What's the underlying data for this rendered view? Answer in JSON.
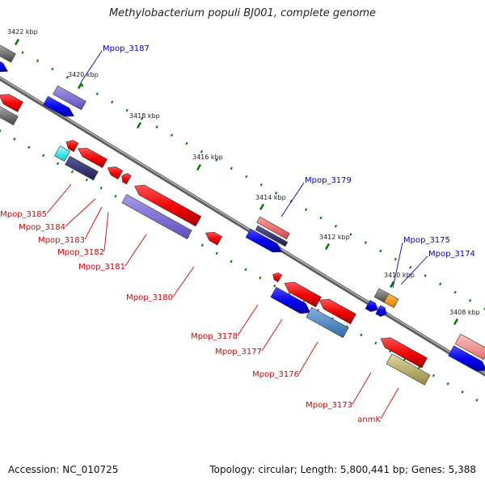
{
  "title": "Methylobacterium populi BJ001, complete genome",
  "footer": {
    "accession": "Accession: NC_010725",
    "topology": "Topology: circular; Length: 5,800,441 bp; Genes: 5,388"
  },
  "colors": {
    "forward_strand": "#0000ff",
    "reverse_strand": "#ff0000",
    "backbone": "#7f7f7f",
    "tick": "#007700",
    "forward_label": "#0000cc",
    "reverse_label": "#dd0000"
  },
  "ticks": [
    {
      "text": "3422 kbp"
    },
    {
      "text": "3420 kbp"
    },
    {
      "text": "3418 kbp"
    },
    {
      "text": "3416 kbp"
    },
    {
      "text": "3414 kbp"
    },
    {
      "text": "3412 kbp"
    },
    {
      "text": "3410 kbp"
    },
    {
      "text": "3408 kbp"
    }
  ],
  "gene_labels": [
    {
      "text": "Mpop_3187",
      "strand": "forward"
    },
    {
      "text": "Mpop_3179",
      "strand": "forward"
    },
    {
      "text": "Mpop_3175",
      "strand": "forward"
    },
    {
      "text": "Mpop_3174",
      "strand": "forward"
    },
    {
      "text": "Mpop_3185",
      "strand": "reverse"
    },
    {
      "text": "Mpop_3184",
      "strand": "reverse"
    },
    {
      "text": "Mpop_3183",
      "strand": "reverse"
    },
    {
      "text": "Mpop_3182",
      "strand": "reverse"
    },
    {
      "text": "Mpop_3181",
      "strand": "reverse"
    },
    {
      "text": "Mpop_3180",
      "strand": "reverse"
    },
    {
      "text": "Mpop_3178",
      "strand": "reverse"
    },
    {
      "text": "Mpop_3177",
      "strand": "reverse"
    },
    {
      "text": "Mpop_3176",
      "strand": "reverse"
    },
    {
      "text": "Mpop_3173",
      "strand": "reverse"
    },
    {
      "text": "anmK",
      "strand": "reverse"
    }
  ]
}
